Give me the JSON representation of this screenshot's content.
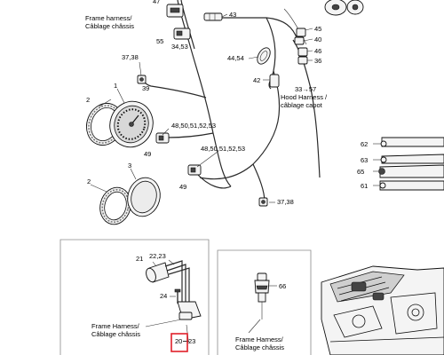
{
  "captions": {
    "frame_top": [
      "Frame harness/",
      "Câblage châssis"
    ],
    "hood": [
      "Hood Harness /",
      "câblage capot"
    ],
    "frame_bottom_left": [
      "Frame Harness/",
      "Câblage châssis"
    ],
    "frame_bottom_mid": [
      "Frame Harness/",
      "Câblage châssis"
    ]
  },
  "callouts": {
    "n47": "47",
    "n43": "43",
    "n45": "45",
    "n40": "40",
    "n46": "46",
    "n36": "36",
    "n55": "55",
    "n3453": "34,53",
    "n4454": "44,54",
    "n3738a": "37,38",
    "n39": "39",
    "n42": "42",
    "n3357": "33→57",
    "n2a": "2",
    "n1": "1",
    "n48a": "48,50,51,52,53",
    "n49a": "49",
    "n48b": "48,50,51,52,53",
    "n49b": "49",
    "n62": "62",
    "n63": "63",
    "n65": "65",
    "n61": "61",
    "n3": "3",
    "n2b": "2",
    "n3738b": "37,38",
    "n21": "21",
    "n2223": "22,23",
    "n24": "24",
    "n66": "66",
    "n20": "20",
    "n23": "23"
  },
  "highlight_label": "20"
}
